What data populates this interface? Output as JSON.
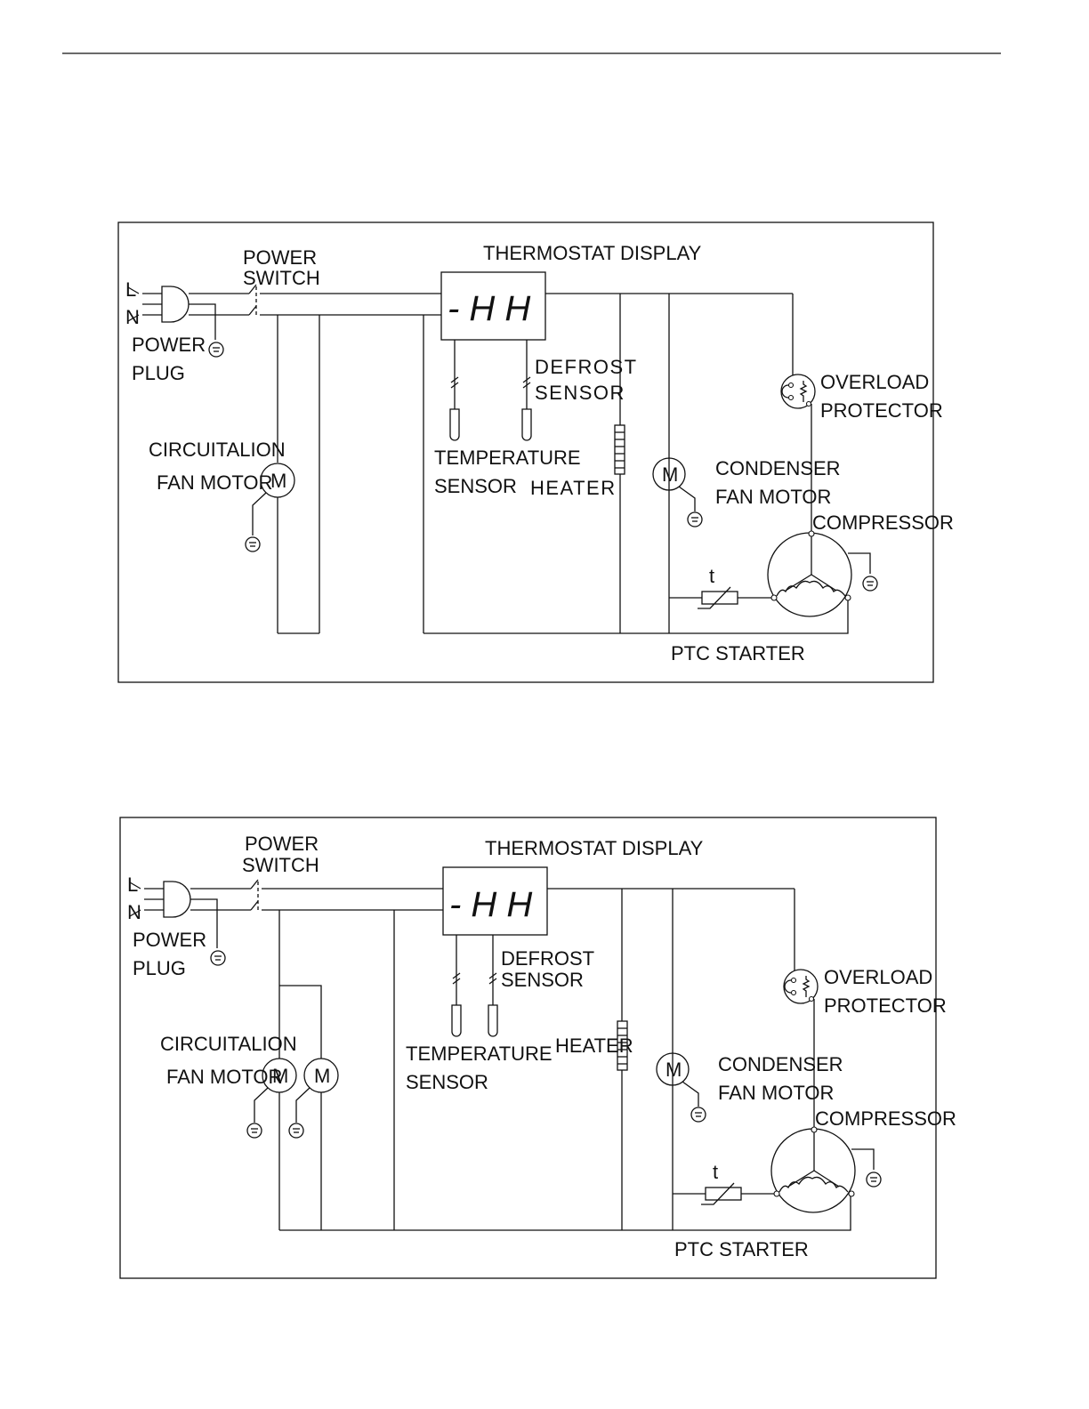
{
  "diagrams": [
    {
      "id": "diagram-1",
      "labels": {
        "line": "L",
        "neutral": "N",
        "power_switch_1": "POWER",
        "power_switch_2": "SWITCH",
        "power_plug_1": "POWER",
        "power_plug_2": "PLUG",
        "thermostat_display": "THERMOSTAT DISPLAY",
        "display_readout": "- H H",
        "defrost_sensor_1": "DEFROST",
        "defrost_sensor_2": "SENSOR",
        "temperature_sensor_1": "TEMPERATURE",
        "temperature_sensor_2": "SENSOR",
        "heater": "HEATER",
        "circulation_fan_1": "CIRCUITALION",
        "circulation_fan_2": "FAN MOTOR",
        "motor_symbol": "M",
        "condenser_fan_1": "CONDENSER",
        "condenser_fan_2": "FAN MOTOR",
        "overload_1": "OVERLOAD",
        "overload_2": "PROTECTOR",
        "compressor": "COMPRESSOR",
        "ptc_symbol": "t",
        "ptc_starter": "PTC STARTER"
      }
    },
    {
      "id": "diagram-2",
      "labels": {
        "line": "L",
        "neutral": "N",
        "power_switch_1": "POWER",
        "power_switch_2": "SWITCH",
        "power_plug_1": "POWER",
        "power_plug_2": "PLUG",
        "thermostat_display": "THERMOSTAT DISPLAY",
        "display_readout": "- H H",
        "defrost_sensor_1": "DEFROST",
        "defrost_sensor_2": "SENSOR",
        "temperature_sensor_1": "TEMPERATURE",
        "temperature_sensor_2": "SENSOR",
        "heater": "HEATER",
        "circulation_fan_1": "CIRCUITALION",
        "circulation_fan_2": "FAN MOTOR",
        "motor_symbol": "M",
        "condenser_fan_1": "CONDENSER",
        "condenser_fan_2": "FAN MOTOR",
        "overload_1": "OVERLOAD",
        "overload_2": "PROTECTOR",
        "compressor": "COMPRESSOR",
        "ptc_symbol": "t",
        "ptc_starter": "PTC STARTER"
      }
    }
  ]
}
